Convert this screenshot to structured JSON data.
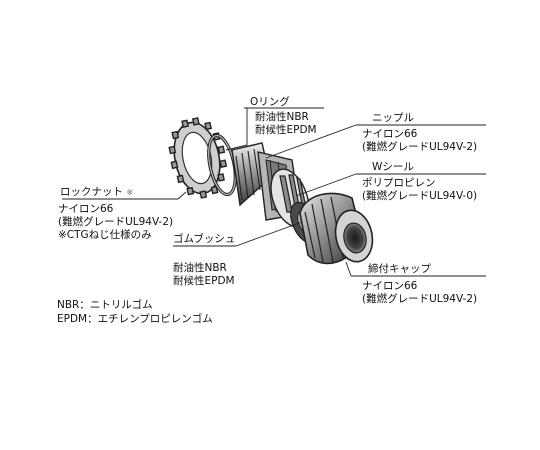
{
  "parts": {
    "oring": {
      "title": "Oリング",
      "lines": [
        "耐油性NBR",
        "耐候性EPDM"
      ]
    },
    "nipple": {
      "title": "ニップル",
      "lines": [
        "ナイロン66",
        "(難燃グレードUL94V-2)"
      ]
    },
    "wseal": {
      "title": "Wシール",
      "lines": [
        "ポリプロピレン",
        "(難燃グレードUL94V-0)"
      ]
    },
    "locknut": {
      "title": "ロックナット",
      "mark": "※",
      "lines": [
        "ナイロン66",
        "(難燃グレードUL94V-2)",
        "※CTGねじ仕様のみ"
      ]
    },
    "bushing": {
      "title": "ゴムブッシュ",
      "lines": [
        "耐油性NBR",
        "耐候性EPDM"
      ]
    },
    "cap": {
      "title": "締付キャップ",
      "lines": [
        "ナイロン66",
        "(難燃グレードUL94V-2)"
      ]
    }
  },
  "legend": [
    "NBR：ニトリルゴム",
    "EPDM：エチレンプロピレンゴム"
  ],
  "colors": {
    "ink": "#111111",
    "line": "#222222",
    "part_light": "#d9d9d9",
    "part_mid": "#a6a6a6",
    "part_dark": "#555555"
  }
}
